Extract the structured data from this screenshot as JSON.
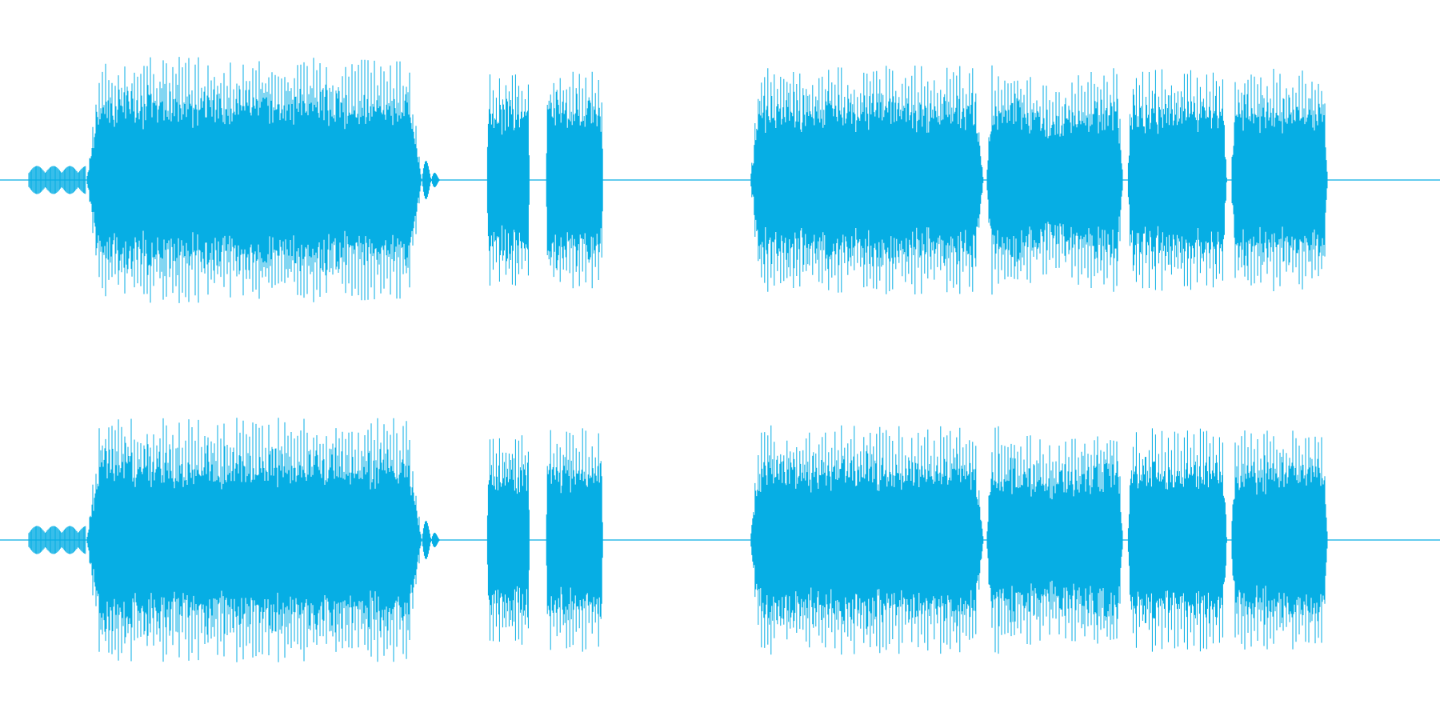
{
  "waveform": {
    "color": "#06aee4",
    "channel_count": 2,
    "segments": [
      {
        "start": 0.02,
        "end": 0.06,
        "level": 0.1,
        "kind": "lead-in"
      },
      {
        "start": 0.06,
        "end": 0.293,
        "level": 0.88,
        "kind": "tone-burst"
      },
      {
        "start": 0.293,
        "end": 0.306,
        "level": 0.18,
        "kind": "tail"
      },
      {
        "start": 0.338,
        "end": 0.368,
        "level": 0.78,
        "kind": "tone-burst"
      },
      {
        "start": 0.379,
        "end": 0.419,
        "level": 0.82,
        "kind": "tone-burst"
      },
      {
        "start": 0.521,
        "end": 0.683,
        "level": 0.82,
        "kind": "tone-burst"
      },
      {
        "start": 0.685,
        "end": 0.78,
        "level": 0.82,
        "kind": "sweep"
      },
      {
        "start": 0.783,
        "end": 0.852,
        "level": 0.8,
        "kind": "tone-burst"
      },
      {
        "start": 0.855,
        "end": 0.922,
        "level": 0.8,
        "kind": "tone-burst"
      }
    ]
  }
}
